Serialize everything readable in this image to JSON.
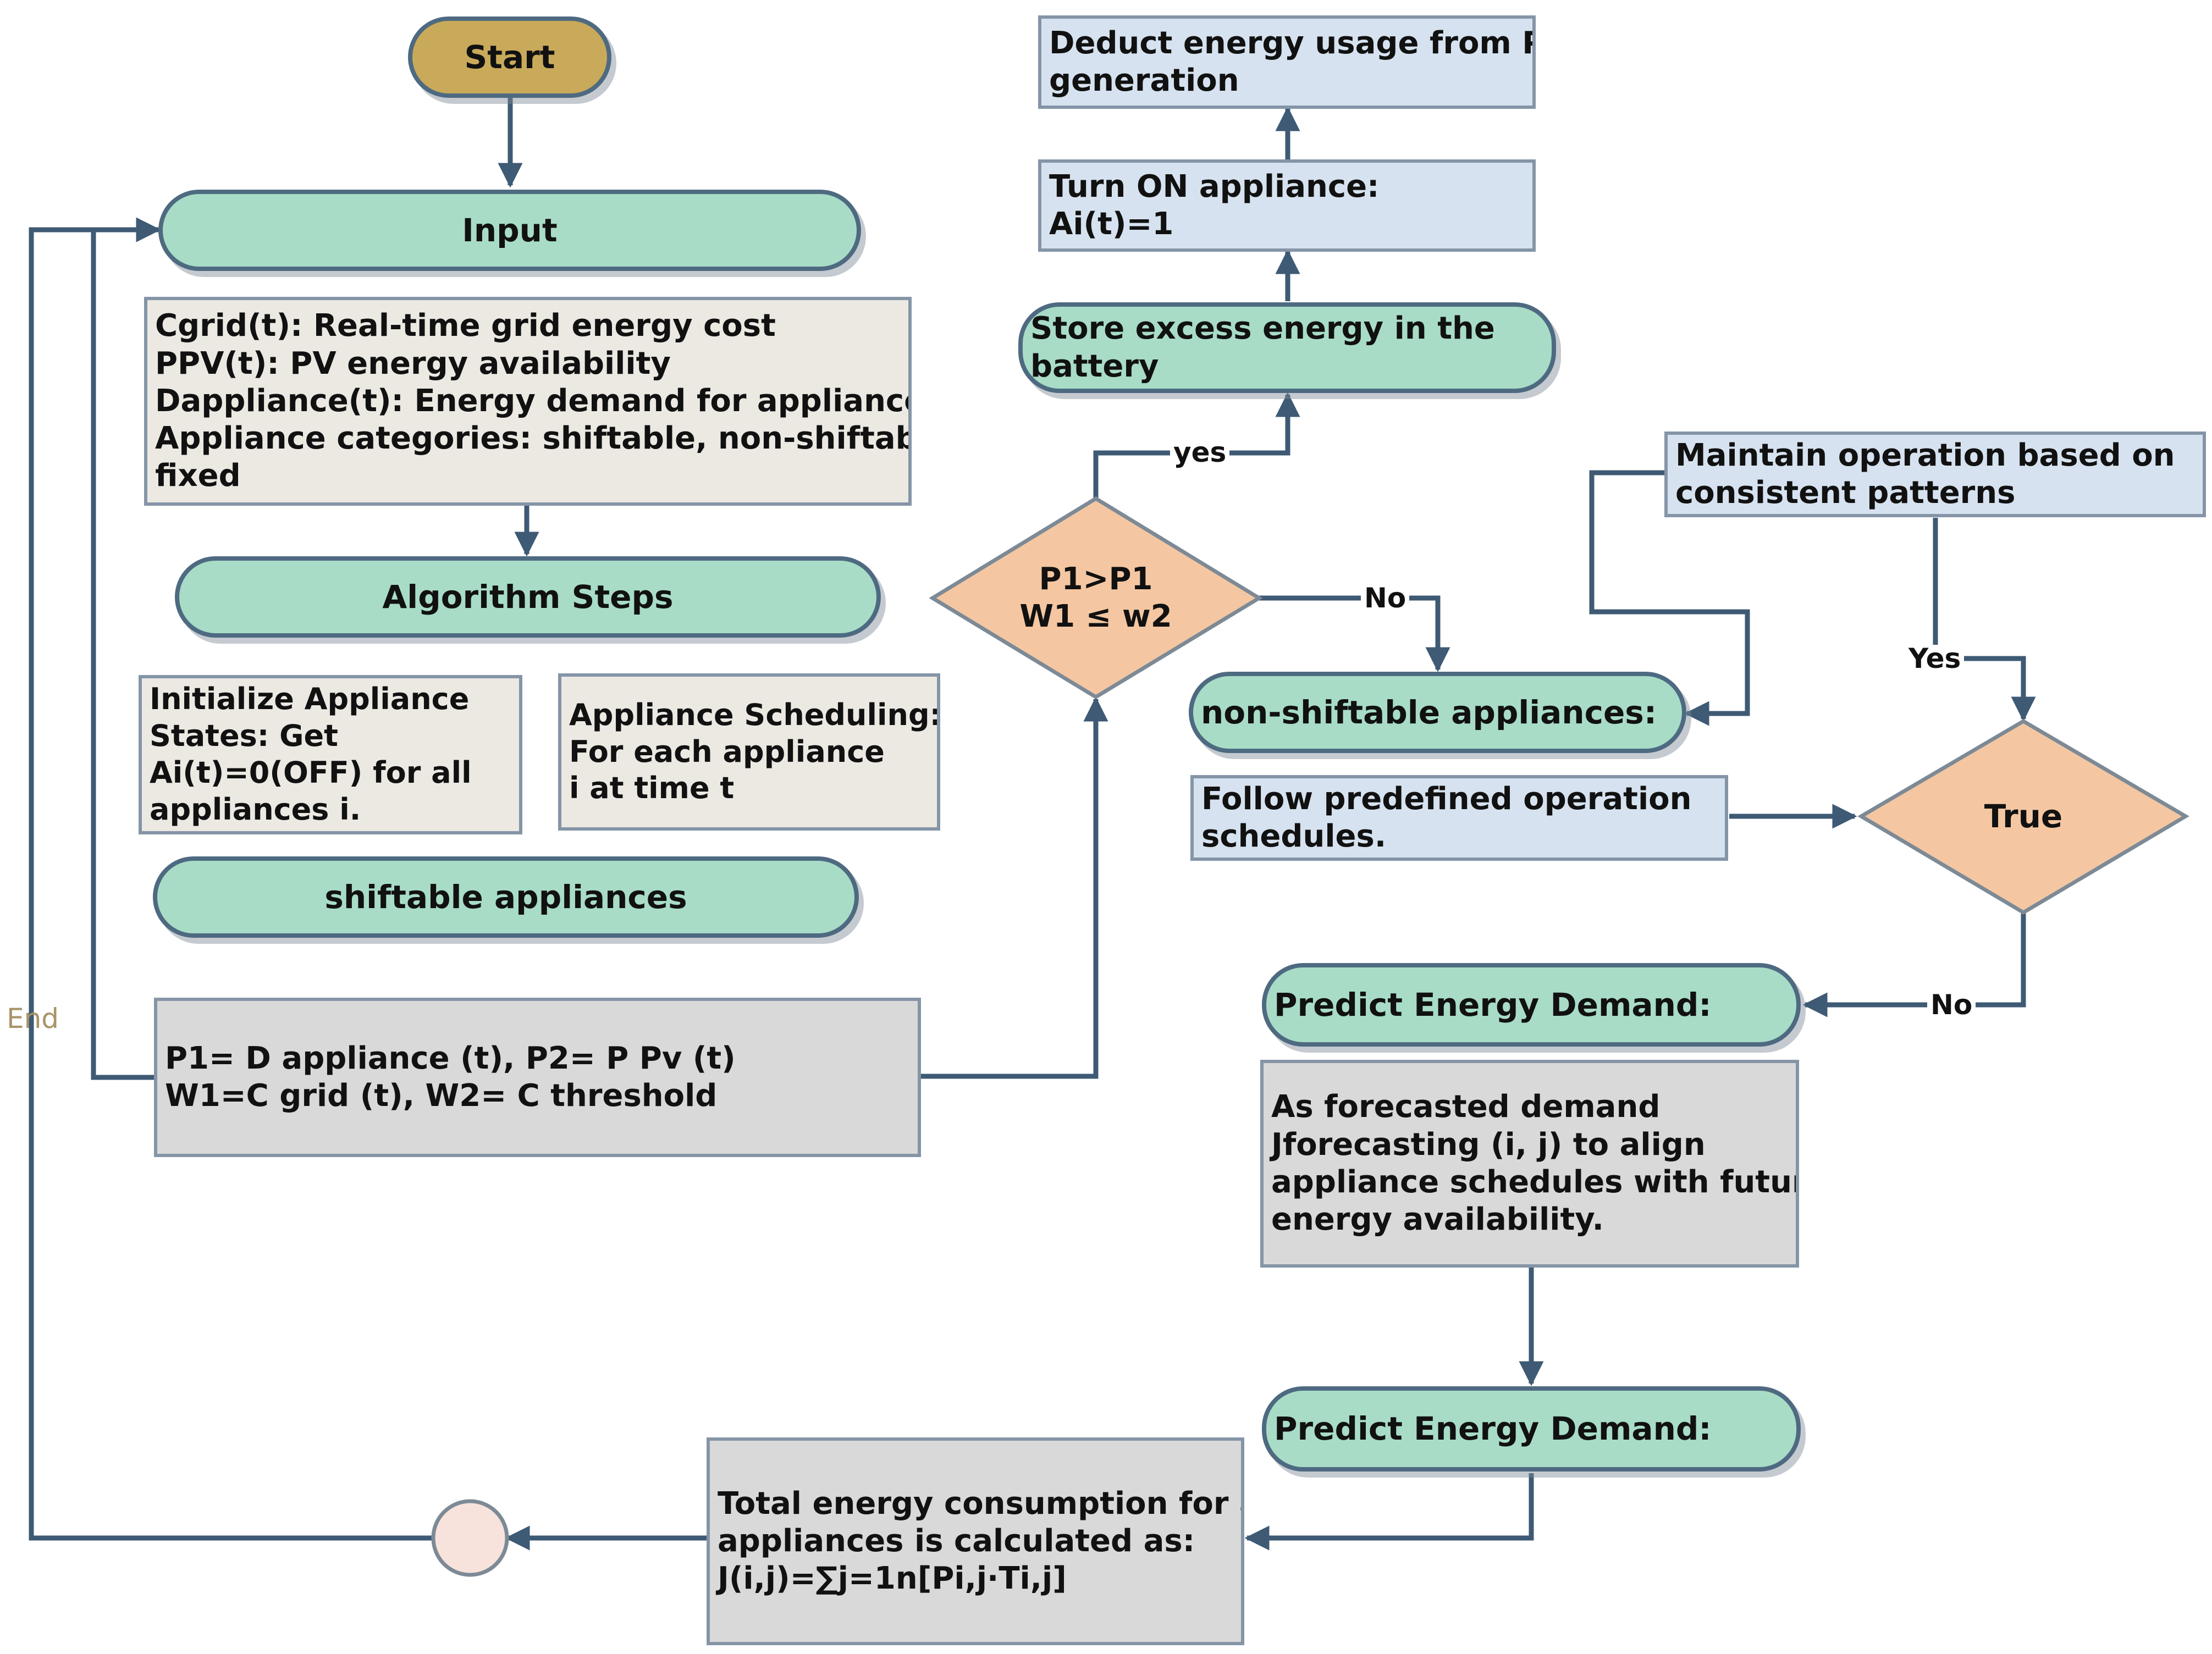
{
  "nodes": {
    "start": "Start",
    "input": "Input",
    "input_details": [
      "Cgrid(t): Real-time grid energy cost",
      "PPV(t): PV energy availability",
      "Dappliance(t): Energy demand for appliances",
      "Appliance categories: shiftable, non-shiftable,",
      "fixed"
    ],
    "algorithm_steps": "Algorithm Steps",
    "initialize": [
      "Initialize Appliance",
      "States: Get",
      "Ai(t)=0(OFF) for all",
      "appliances i."
    ],
    "scheduling": [
      "Appliance Scheduling:",
      "For each appliance",
      "i at time t"
    ],
    "shiftable": "shiftable appliances",
    "params": [
      "P1= D appliance (t), P2=   P Pv (t)",
      "W1=C grid (t), W2= C threshold"
    ],
    "decision1": [
      "P1>P1",
      "W1 ≤ w2"
    ],
    "store_battery": [
      "Store excess energy in the",
      "battery"
    ],
    "turn_on": [
      "Turn ON appliance:",
      "Ai(t)=1"
    ],
    "deduct": [
      "Deduct energy usage from PV",
      "generation"
    ],
    "maintain": [
      "Maintain operation based on",
      "consistent patterns"
    ],
    "non_shiftable": "non-shiftable appliances:",
    "follow": [
      "Follow predefined operation",
      "schedules."
    ],
    "decision2": "True",
    "predict1": "Predict Energy Demand:",
    "forecast": [
      "As forecasted demand",
      "Jforecasting (i, j) to align",
      "appliance schedules with future",
      "energy availability."
    ],
    "predict2": "Predict Energy Demand:",
    "total": [
      "Total energy consumption for all",
      "appliances is calculated as:",
      "J(i,j)=∑j=1n[Pi,j⋅Ti,j]"
    ]
  },
  "labels": {
    "yes": "yes",
    "no1": "No",
    "yes2": "Yes",
    "no2": "No",
    "end": "End"
  },
  "colors": {
    "start_fill": "#c9a95a",
    "pill_fill": "#a8dcc7",
    "decision_fill": "#f4c7a2",
    "beige_fill": "#ece9e3",
    "gray_fill": "#d9d9d9",
    "blue_fill": "#d6e2ef",
    "connector_fill": "#f7e3dc",
    "line": "#3e5a74"
  }
}
